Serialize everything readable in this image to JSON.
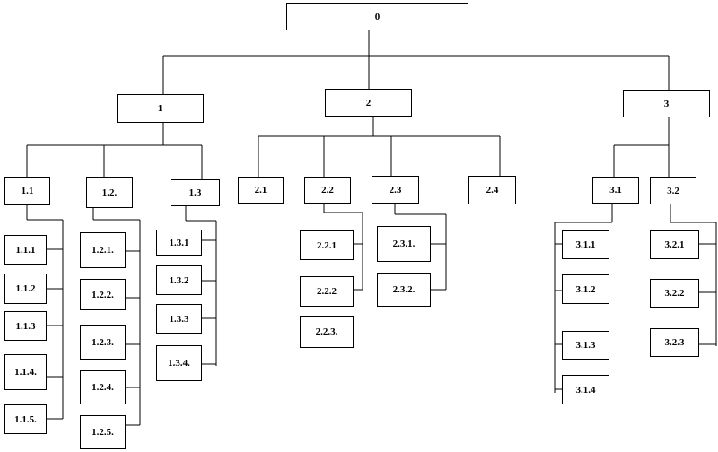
{
  "nodes": {
    "n0": "0",
    "n1": "1",
    "n2": "2",
    "n3": "3",
    "n11": "1.1",
    "n12": "1.2.",
    "n13": "1.3",
    "n111": "1.1.1",
    "n112": "1.1.2",
    "n113": "1.1.3",
    "n114": "1.1.4.",
    "n115": "1.1.5.",
    "n121": "1.2.1.",
    "n122": "1.2.2.",
    "n123": "1.2.3.",
    "n124": "1.2.4.",
    "n125": "1.2.5.",
    "n131": "1.3.1",
    "n132": "1.3.2",
    "n133": "1.3.3",
    "n134": "1.3.4.",
    "n21": "2.1",
    "n22": "2.2",
    "n23": "2.3",
    "n24": "2.4",
    "n221": "2.2.1",
    "n222": "2.2.2",
    "n223": "2.2.3.",
    "n231": "2.3.1.",
    "n232": "2.3.2.",
    "n31": "3.1",
    "n32": "3.2",
    "n311": "3.1.1",
    "n312": "3.1.2",
    "n313": "3.1.3",
    "n314": "3.1.4",
    "n321": "3.2.1",
    "n322": "3.2.2",
    "n323": "3.2.3"
  }
}
